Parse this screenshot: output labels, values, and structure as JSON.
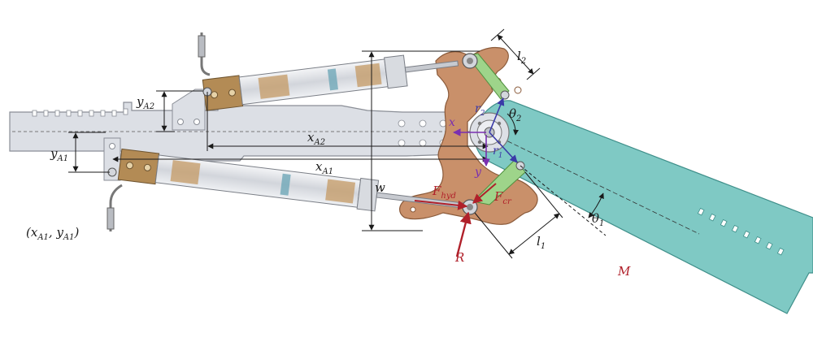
{
  "diagram": {
    "labels": {
      "yA2": "y",
      "yA2_sub": "A2",
      "yA1": "y",
      "yA1_sub": "A1",
      "xA2": "x",
      "xA2_sub": "A2",
      "xA1": "x",
      "xA1_sub": "A1",
      "coord_open": "(x",
      "coord_sub1": "A1",
      "coord_mid": ", y",
      "coord_sub2": "A1",
      "coord_close": ")",
      "w": "w",
      "l2": "l",
      "l2_sub": "2",
      "l1": "l",
      "l1_sub": "1",
      "theta2": "θ",
      "theta2_sub": "2",
      "theta1": "θ",
      "theta1_sub": "1",
      "r2": "r",
      "r2_sub": "2",
      "r1": "r",
      "r1_sub": "1",
      "x_axis": "x",
      "y_axis": "y",
      "Fhyd": "F",
      "Fhyd_sub": "hyd",
      "Fcr": "F",
      "Fcr_sub": "cr",
      "R": "R",
      "M": "M"
    },
    "colors": {
      "frame_gray": "#d9dce3",
      "frame_edge": "#8a8e96",
      "boom_teal": "#7fc9c4",
      "boom_edge": "#3f8f8a",
      "plate_copper": "#c9906a",
      "plate_edge": "#8a5a3a",
      "link_green": "#9ed48a",
      "cyl_body": "#e4e6ea",
      "cyl_bronze": "#b38b55",
      "force_red": "#b0202a",
      "vector_blue": "#3a3aa8"
    }
  }
}
